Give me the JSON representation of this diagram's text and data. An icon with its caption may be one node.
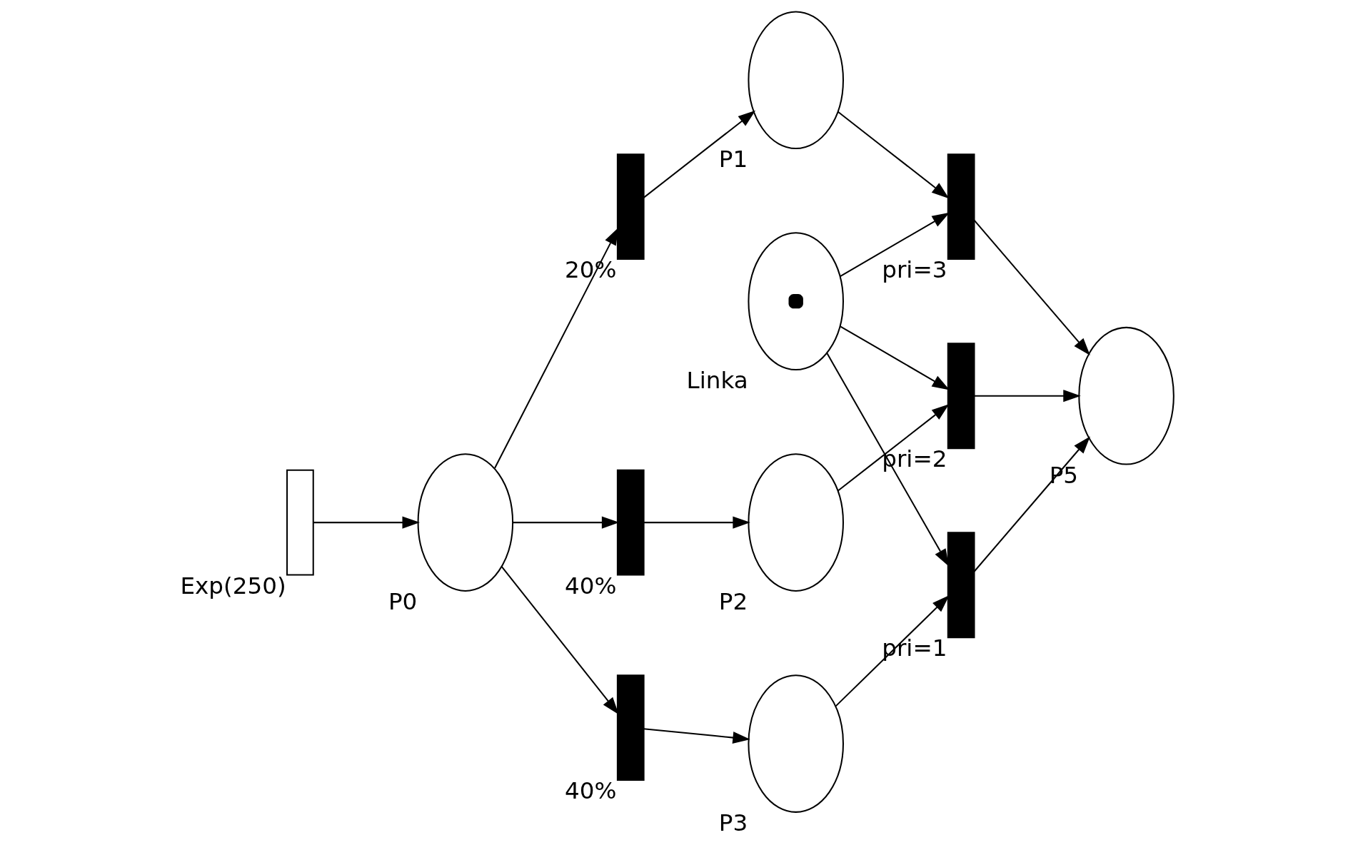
{
  "diagram": {
    "nodes": [
      {
        "text": [],
        "shape": "bar",
        "beside": [
          "Exp(250)"
        ]
      },
      {
        "text": [],
        "shape": "circle",
        "beside": [
          "P0"
        ]
      },
      {
        "text": [],
        "shape": "bar",
        "beside": [
          "20%"
        ]
      },
      {
        "text": [],
        "shape": "bar",
        "beside": [
          "40%"
        ]
      },
      {
        "text": [],
        "shape": "bar",
        "beside": [
          "40%"
        ]
      },
      {
        "text": [],
        "shape": "circle",
        "beside": [
          "P1"
        ]
      },
      {
        "text": [],
        "shape": "circle",
        "beside": [
          "P2"
        ]
      },
      {
        "text": [],
        "shape": "circle",
        "beside": [
          "P3"
        ]
      },
      {
        "text": [],
        "shape": "bar",
        "beside": [
          "pri=3"
        ]
      },
      {
        "text": [],
        "shape": "bar",
        "beside": [
          "pri=2"
        ]
      },
      {
        "text": [],
        "shape": "bar",
        "beside": [
          "pri=1"
        ]
      },
      {
        "text": [],
        "shape": "circle",
        "beside": [
          "P5"
        ]
      },
      {
        "text": [],
        "shape": "circle",
        "beside": [
          "Linka"
        ]
      }
    ],
    "edges": [
      {
        "from": 0,
        "to": 1,
        "arrow": "to"
      },
      {
        "from": 1,
        "to": 2,
        "arrow": "to"
      },
      {
        "from": 1,
        "to": 3,
        "arrow": "to"
      },
      {
        "from": 1,
        "to": 4,
        "arrow": "to"
      },
      {
        "from": 2,
        "to": 5,
        "arrow": "to"
      },
      {
        "from": 3,
        "to": 6,
        "arrow": "to"
      },
      {
        "from": 4,
        "to": 7,
        "arrow": "to"
      },
      {
        "from": 5,
        "to": 8,
        "arrow": "to"
      },
      {
        "from": 6,
        "to": 9,
        "arrow": "to"
      },
      {
        "from": 7,
        "to": 10,
        "arrow": "to"
      },
      {
        "from": 12,
        "to": 8,
        "arrow": "to"
      },
      {
        "from": 12,
        "to": 9,
        "arrow": "to"
      },
      {
        "from": 12,
        "to": 10,
        "arrow": "to"
      },
      {
        "from": 8,
        "to": 11,
        "arrow": "to"
      },
      {
        "from": 9,
        "to": 11,
        "arrow": "to"
      },
      {
        "from": 10,
        "to": 11,
        "arrow": "to"
      }
    ]
  }
}
